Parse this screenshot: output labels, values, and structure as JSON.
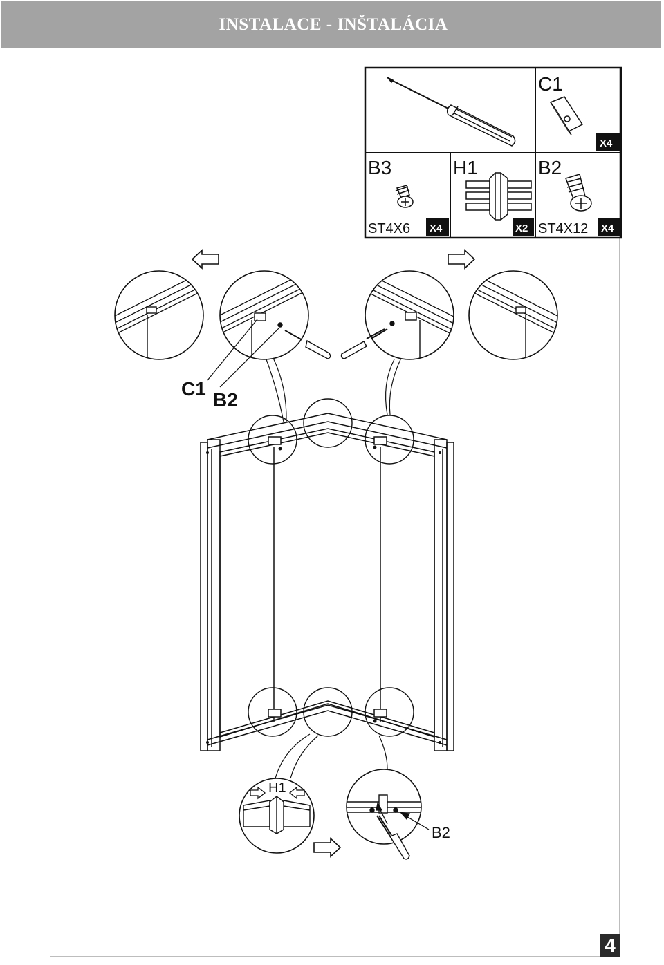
{
  "header": {
    "title": "INSTALACE  - INŠTALÁCIA"
  },
  "parts": {
    "c1": {
      "code": "C1",
      "qty": "X4"
    },
    "b3": {
      "code": "B3",
      "size": "ST4X6",
      "qty": "X4"
    },
    "h1": {
      "code": "H1",
      "qty": "X2"
    },
    "b2": {
      "code": "B2",
      "size": "ST4X12",
      "qty": "X4"
    }
  },
  "callouts": {
    "c1": "C1",
    "b2": "B2",
    "h1_detail": "H1",
    "b2_detail": "B2"
  },
  "page": {
    "number": "4"
  },
  "colors": {
    "header_bg": "#a3a3a3",
    "line": "#222222"
  }
}
